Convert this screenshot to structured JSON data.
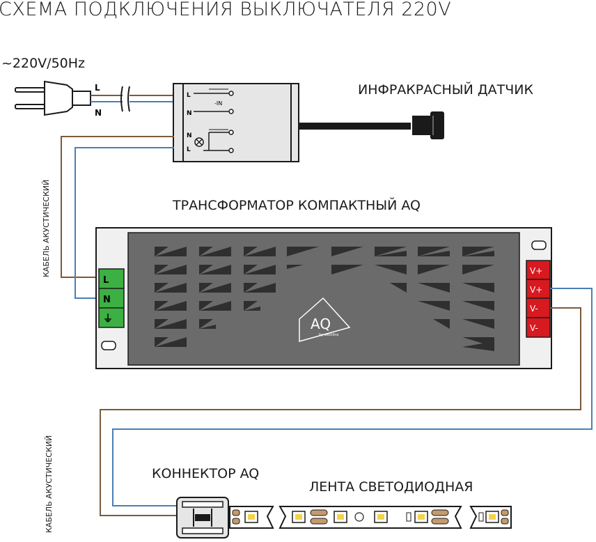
{
  "title": "СХЕМА ПОДКЛЮЧЕНИЯ ВЫКЛЮЧАТЕЛЯ 220V",
  "mains_label": "~220V/50Hz",
  "plug_labels": {
    "l": "L",
    "n": "N"
  },
  "switch_terminals": {
    "l_in": "L",
    "n_in": "N",
    "n_out": "N",
    "l_out": "L",
    "in_label": "-IN"
  },
  "sensor_label": "ИНФРАКРАСНЫЙ ДАТЧИК",
  "transformer_label": "ТРАНСФОРМАТОР КОМПАКТНЫЙ AQ",
  "input_terminals": [
    "L",
    "N",
    "⏚"
  ],
  "output_terminals": [
    "V+",
    "V+",
    "V-",
    "V-"
  ],
  "cable_label_1": "КАБЕЛЬ АКУСТИЧЕСКИЙ",
  "cable_label_2": "КАБЕЛЬ АКУСТИЧЕСКИЙ",
  "logo_text": "AQ",
  "logo_subtext": "by westline",
  "connector_label": "КОННЕКТОР AQ",
  "strip_label": "ЛЕНТА СВЕТОДИОДНАЯ",
  "colors": {
    "brown": "#7a5a3c",
    "blue": "#4a7fb5",
    "green": "#3cb043",
    "red": "#d71920",
    "body": "#6b6b6b"
  }
}
